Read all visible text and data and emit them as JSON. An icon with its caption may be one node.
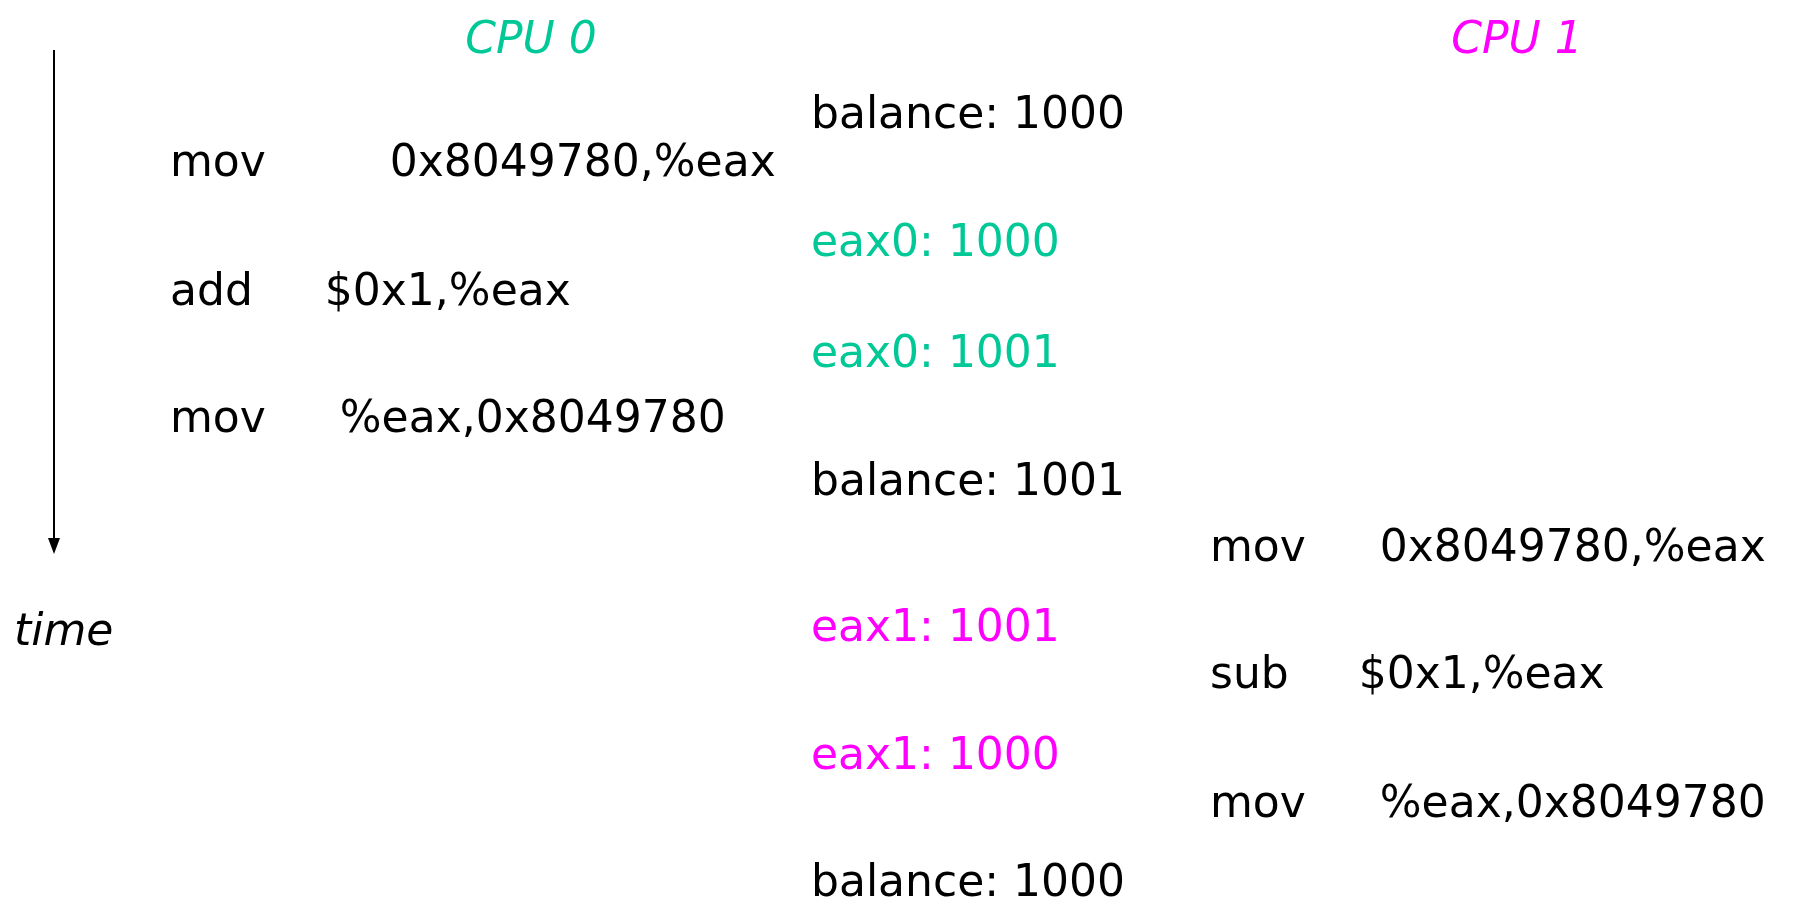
{
  "diagram": {
    "labels": [
      "CPU 0",
      "CPU 1",
      "balance: 1000",
      "mov 0x8049780,%eax",
      "eax0: 1000",
      "add $0x1,%eax",
      "eax0: 1001",
      "mov %eax,0x8049780",
      "balance: 1001",
      "mov 0x8049780,%eax",
      "time",
      "eax1: 1001",
      "sub $0x1,%eax",
      "eax1: 1000",
      "mov %eax,0x8049780",
      "balance: 1000"
    ]
  }
}
